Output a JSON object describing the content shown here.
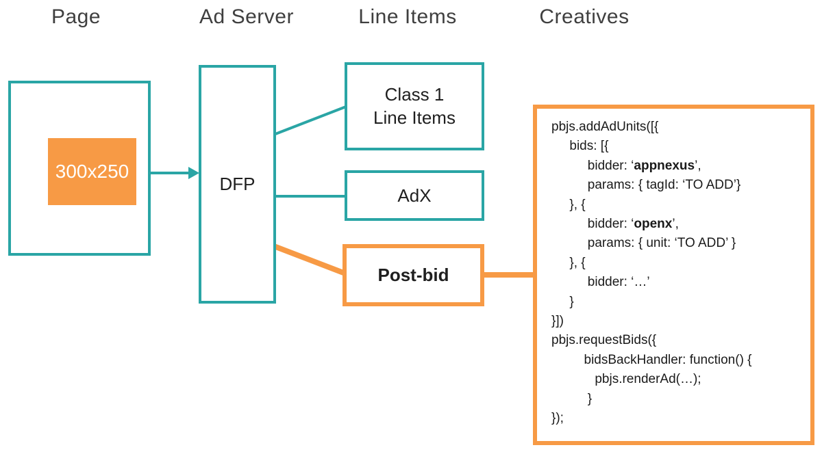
{
  "colors": {
    "teal": "#2AA5A5",
    "orange": "#F79A45",
    "header_text": "#3F3F3F",
    "code_text": "#1A1A1A"
  },
  "headers": {
    "page": "Page",
    "ad_server": "Ad Server",
    "line_items": "Line Items",
    "creatives": "Creatives"
  },
  "page": {
    "ad_slot": "300x250"
  },
  "ad_server": {
    "name": "DFP"
  },
  "line_items": {
    "class1_line1": "Class 1",
    "class1_line2": "Line Items",
    "adx": "AdX",
    "postbid": "Post-bid"
  },
  "creatives": {
    "bold_terms": [
      "appnexus",
      "openx"
    ],
    "code_lines": [
      "pbjs.addAdUnits([{",
      "     bids: [{",
      "          bidder: ‘appnexus’,",
      "          params: { tagId: ‘TO ADD’}",
      "     }, {",
      "          bidder: ‘openx’,",
      "          params: { unit: ‘TO ADD’ }",
      "     }, {",
      "          bidder: ‘…’",
      "     }",
      "}])",
      "pbjs.requestBids({",
      "         bidsBackHandler: function() {",
      "            pbjs.renderAd(…);",
      "          }",
      "});"
    ]
  }
}
